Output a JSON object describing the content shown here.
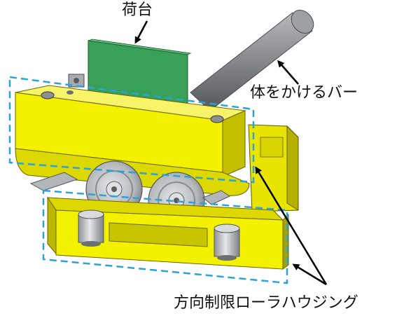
{
  "labels": {
    "cargo_bed": "荷台",
    "lean_bar": "体をかけるバー",
    "roller_housing": "方向制限ローラハウジング"
  },
  "colors": {
    "housing_yellow": "#f3f000",
    "housing_shade": "#c9c300",
    "housing_dark": "#8c8700",
    "cargo_green": "#3aa35a",
    "bar_gray": "#8a8c8f",
    "wheel_gray": "#b9bcbf",
    "dash_blue": "#2aa3d6",
    "arrow_black": "#000000"
  }
}
